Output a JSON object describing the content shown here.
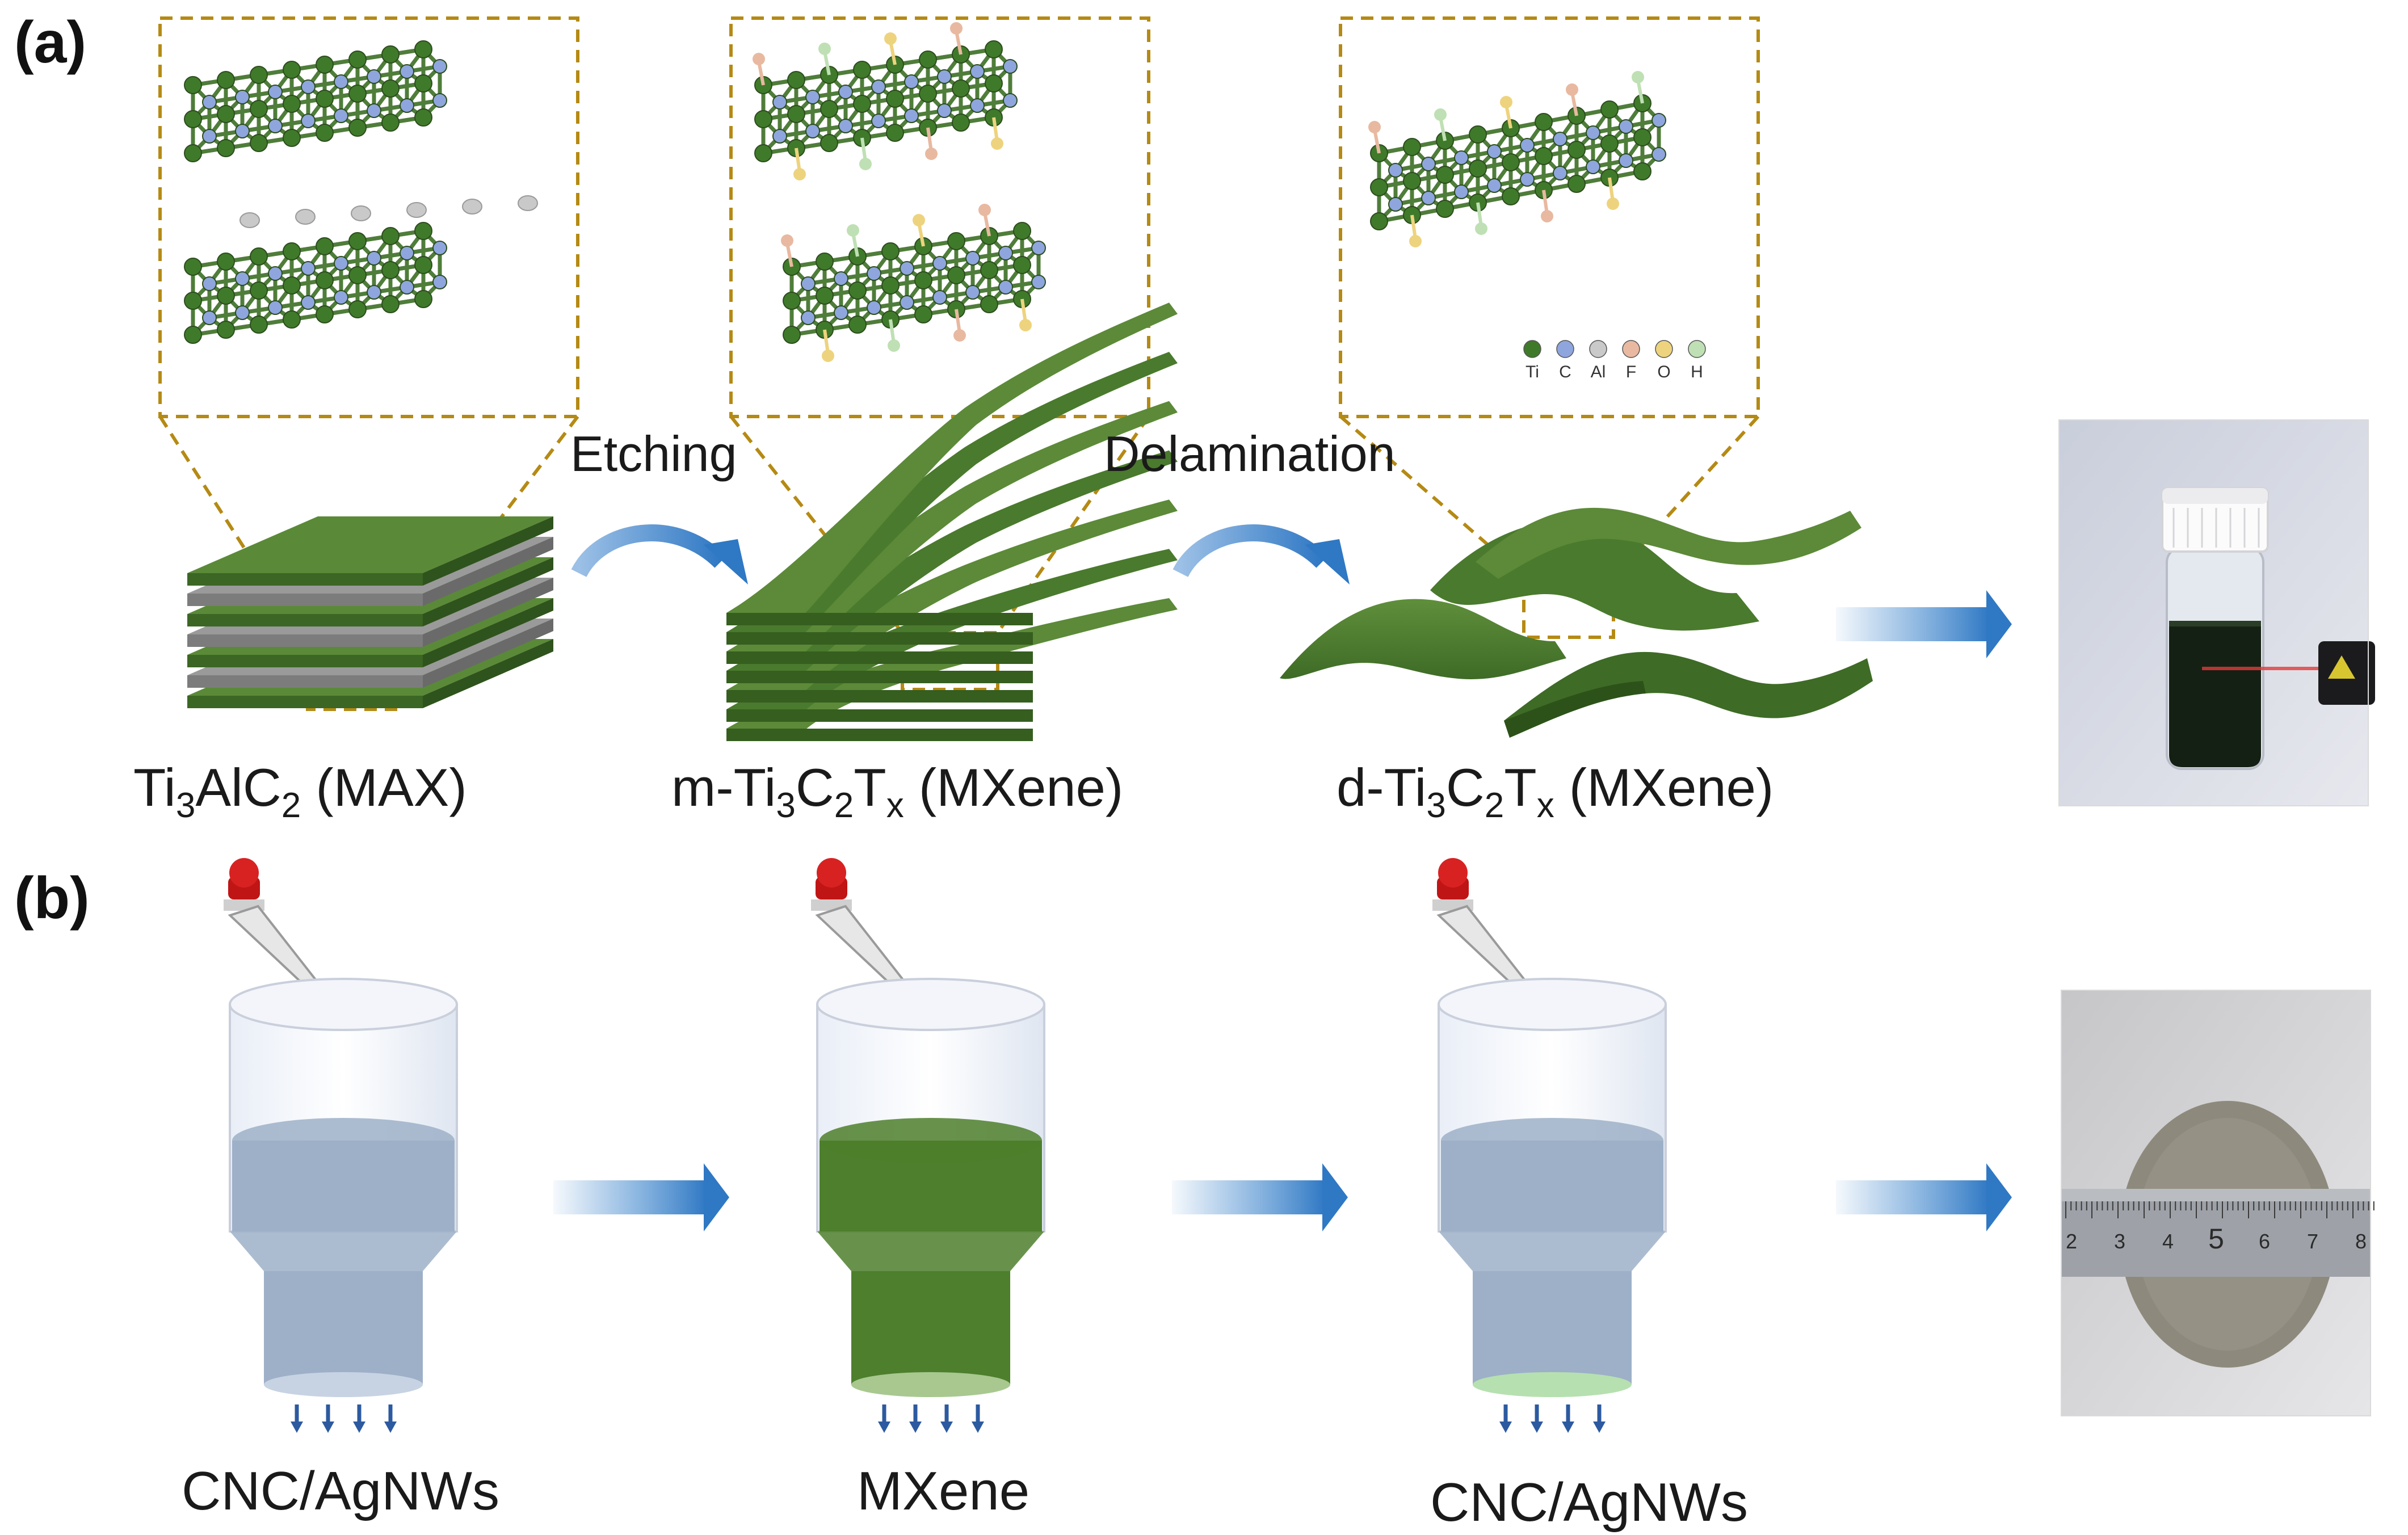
{
  "panels": {
    "a": "(a)",
    "b": "(b)"
  },
  "steps": {
    "etching": "Etching",
    "delamination": "Delamination"
  },
  "row_a": {
    "max": {
      "pre": "Ti",
      "sub1": "3",
      "mid": "AlC",
      "sub2": "2",
      "post": " (MAX)"
    },
    "m": {
      "pre": "m-Ti",
      "sub1": "3",
      "mid1": "C",
      "sub2": "2",
      "mid2": "T",
      "sub3": "x",
      "post": " (MXene)"
    },
    "d": {
      "pre": "d-Ti",
      "sub1": "3",
      "mid1": "C",
      "sub2": "2",
      "mid2": "T",
      "sub3": "x",
      "post": " (MXene)"
    }
  },
  "legend": {
    "items": [
      {
        "label": "Ti",
        "color": "#3f7a2a"
      },
      {
        "label": "C",
        "color": "#8ea6dd"
      },
      {
        "label": "Al",
        "color": "#c9c9c9"
      },
      {
        "label": "F",
        "color": "#e8b9a0"
      },
      {
        "label": "O",
        "color": "#eed37e"
      },
      {
        "label": "H",
        "color": "#bfe0b4"
      }
    ]
  },
  "row_b": {
    "labels": [
      "CNC/AgNWs",
      "MXene",
      "CNC/AgNWs"
    ]
  },
  "ruler": {
    "ticks": [
      "2",
      "3",
      "4",
      "5",
      "6",
      "7",
      "8"
    ],
    "highlight": "5"
  },
  "colors": {
    "dash": "#b58a14",
    "green": "#3e6b26",
    "green_light": "#5c8a38",
    "arrow_blue": "#3f86cc",
    "grey_layer": "#8d8d8d"
  }
}
